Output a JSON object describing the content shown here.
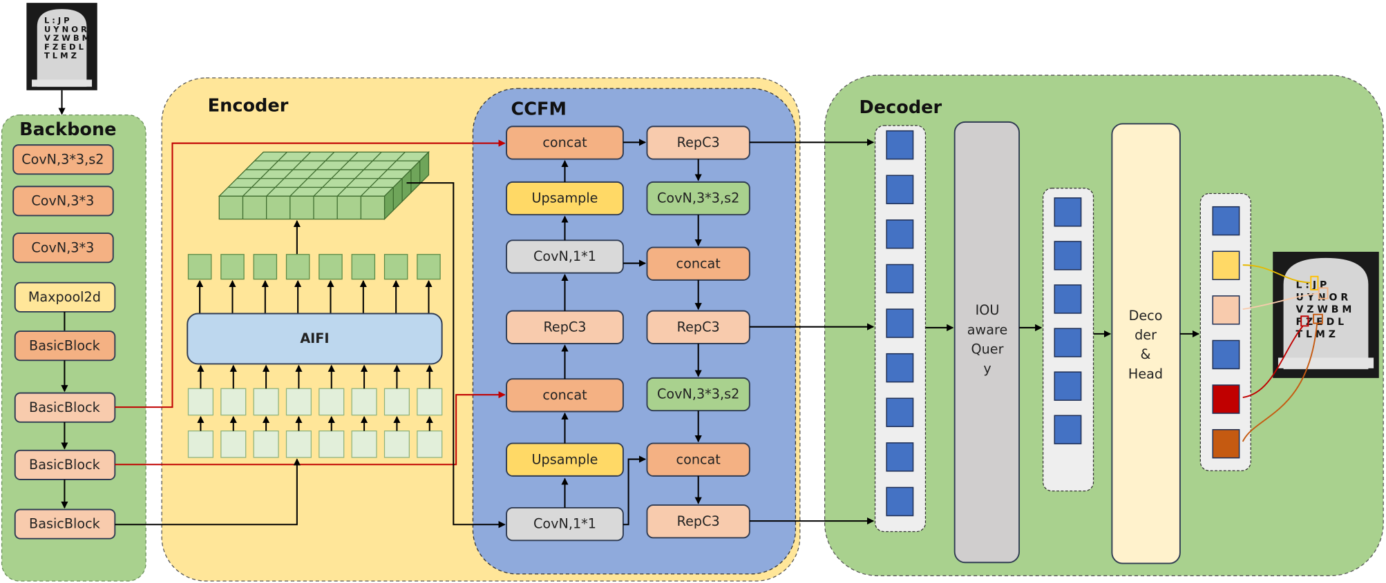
{
  "backbone": {
    "title": "Backbone",
    "blocks": [
      "CovN,3*3,s2",
      "CovN,3*3",
      "CovN,3*3",
      "Maxpool2d",
      "BasicBlock",
      "BasicBlock",
      "BasicBlock",
      "BasicBlock"
    ]
  },
  "encoder": {
    "title": "Encoder",
    "aifi_label": "AIFI"
  },
  "ccfm": {
    "title": "CCFM",
    "left_column": [
      "concat",
      "Upsample",
      "CovN,1*1",
      "RepC3",
      "concat",
      "Upsample",
      "CovN,1*1"
    ],
    "right_column": [
      "RepC3",
      "CovN,3*3,s2",
      "concat",
      "RepC3",
      "CovN,3*3,s2",
      "concat",
      "RepC3"
    ]
  },
  "decoder": {
    "title": "Decoder",
    "iou_query_lines": [
      "IOU",
      "aware",
      "Quer",
      "y"
    ],
    "decoder_head_lines": [
      "Deco",
      "der",
      "&",
      "Head"
    ],
    "output_query_colors": [
      "#4472c4",
      "#ffd966",
      "#f8cbad",
      "#4472c4",
      "#c00000",
      "#c55a11"
    ]
  },
  "colors": {
    "backbone_bg": "#a9d18e",
    "encoder_bg": "#ffe699",
    "ccfm_bg": "#8faadc",
    "decoder_bg": "#a9d18e",
    "skip_connection": "#c00000"
  },
  "eye_chart": {
    "rows": [
      "L : J P",
      "U Y N O R",
      "V Z W B M",
      "F Z E D L",
      "T   L M Z"
    ]
  }
}
